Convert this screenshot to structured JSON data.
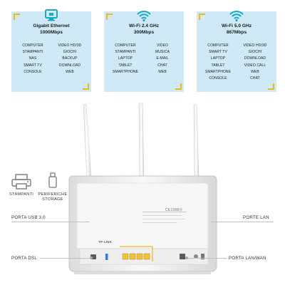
{
  "panels": [
    {
      "title_lines": [
        "Gigabit Ethernet",
        "1000Mbps"
      ],
      "icon": "monitor-icon",
      "left": [
        "COMPUTER",
        "STAMPANTI",
        "NAS",
        "SMART TV",
        "CONSOLE"
      ],
      "right": [
        "VIDEO HD/3D",
        "GIOCHI",
        "BACKUP",
        "DOWNLOAD",
        "WEB"
      ]
    },
    {
      "title_lines": [
        "Wi-Fi 2.4 GHz",
        "300Mbps"
      ],
      "icon": "wifi-icon",
      "left": [
        "COMPUTER",
        "STAMPANTI",
        "LAPTOP",
        "TABLET",
        "SMARTPHONE"
      ],
      "right": [
        "VIDEO",
        "MUSICA",
        "E-MAIL",
        "CHAT",
        "WEB"
      ]
    },
    {
      "title_lines": [
        "Wi-Fi 5.0 GHz",
        "867Mbps"
      ],
      "icon": "wifi-icon",
      "left": [
        "COMPUTER",
        "SMART TV",
        "LAPTOP",
        "TABLET",
        "SMARTPHONE",
        "CONSOLE"
      ],
      "right": [
        "VIDEO HD/3D",
        "GIOCHI",
        "DOWNLOAD",
        "VIDEO CALL",
        "WEB",
        "CHAT"
      ]
    }
  ],
  "devices": {
    "printer_lines": [
      "STAMPANTI"
    ],
    "storage_lines": [
      "PERIFERICHE",
      "STORAGE"
    ]
  },
  "ports": {
    "usb": "PORTA USB 3.0",
    "dsl": "PORTA DSL",
    "lan": "PORTE LAN",
    "lanwan": "PORTA LAN/WAN"
  },
  "router": {
    "brand": "TP-LINK",
    "marks": "CE1588⓪"
  },
  "colors": {
    "panel_bg": "#cfe9f6",
    "accent_icon": "#19a9c7",
    "corner": "#f2b51a",
    "lan_ports": "#f0c23a",
    "usb_port": "#2e7fd0"
  }
}
